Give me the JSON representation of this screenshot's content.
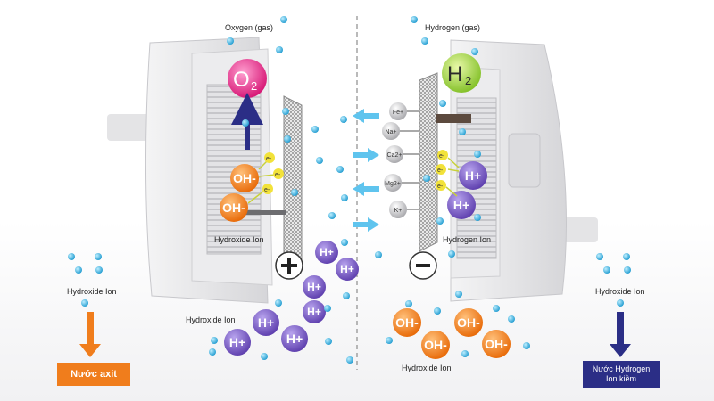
{
  "labels": {
    "oxygen_gas": "Oxygen (gas)",
    "hydrogen_gas": "Hydrogen (gas)",
    "o2": "O",
    "o2_sub": "2",
    "h2": "H",
    "h2_sub": "2",
    "hydroxide_ion": "Hydroxide Ion",
    "hydrogen_ion": "Hydrogen Ion",
    "acid_water": "Nước axit",
    "alkaline_water_line1": "Nước Hydrogen",
    "alkaline_water_line2": "Ion kiềm"
  },
  "ions": {
    "oh": "OH-",
    "hplus": "H+",
    "electron": "e-"
  },
  "minerals": [
    "Fe+",
    "Na+",
    "Ca2+",
    "Mg2+",
    "K+"
  ],
  "colors": {
    "oxygen": "#e0398a",
    "hydrogen": "#9acd3c",
    "oh_ion": "#f07d1c",
    "h_ion": "#7b5cc0",
    "electron": "#f2e23a",
    "acid_box": "#f07d1c",
    "alkaline_box": "#2b2e86",
    "water_dot": "#2aa7d8"
  }
}
